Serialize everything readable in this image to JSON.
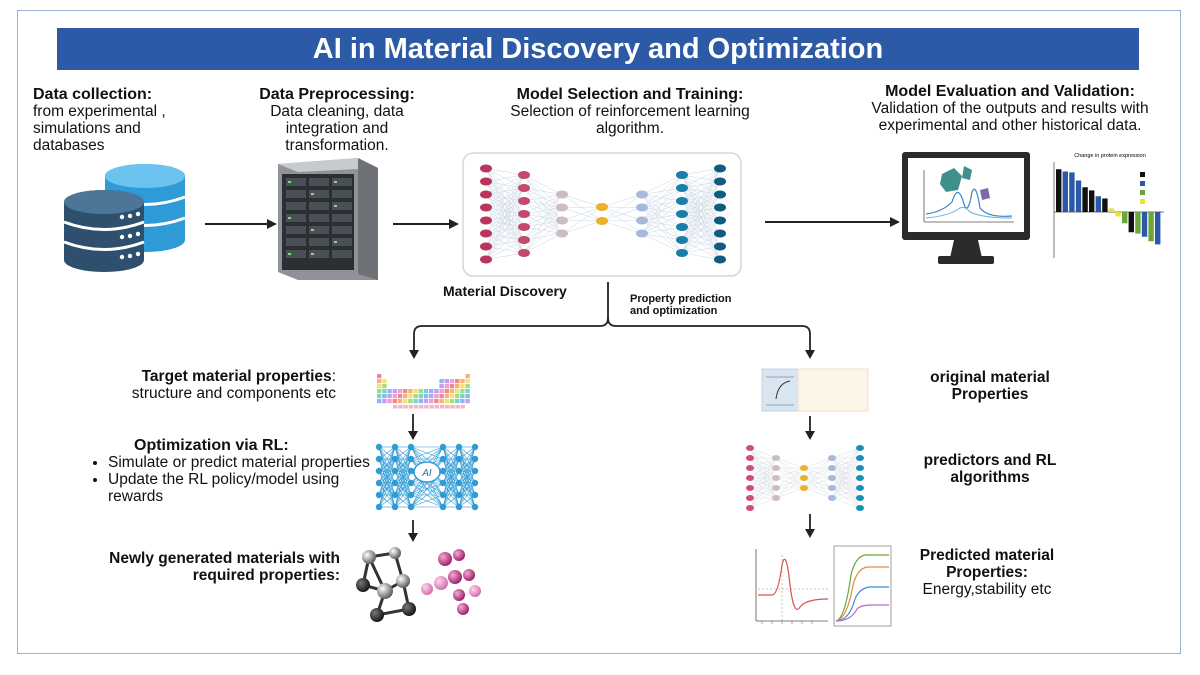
{
  "title": "AI in Material Discovery and Optimization",
  "steps": {
    "data_collection": {
      "heading": "Data collection:",
      "lines": [
        "from experimental ,",
        "simulations and",
        "databases"
      ]
    },
    "preprocessing": {
      "heading": "Data Preprocessing:",
      "lines": [
        "Data cleaning, data",
        "integration and",
        "transformation."
      ]
    },
    "model_selection": {
      "heading": "Model Selection and Training:",
      "lines": [
        "Selection of reinforcement learning",
        "algorithm."
      ]
    },
    "evaluation": {
      "heading": "Model Evaluation and Validation:",
      "lines": [
        "Validation of the outputs and results with",
        "experimental and other historical data."
      ]
    }
  },
  "branch_labels": {
    "material_discovery": "Material Discovery",
    "property_prediction_1": "Property prediction",
    "property_prediction_2": "and optimization"
  },
  "left_branch": {
    "target": {
      "heading": "Target material properties",
      "colon": ":",
      "text": "structure and components etc"
    },
    "optimization": {
      "heading": "Optimization via RL:",
      "bullets": [
        "Simulate or predict material properties",
        "Update the RL policy/model using rewards"
      ]
    },
    "newly": {
      "line1": "Newly generated materials with",
      "line2": "required properties:"
    },
    "ai_label": "AI"
  },
  "right_branch": {
    "original": {
      "line1": "original material",
      "line2": "Properties"
    },
    "predictors": {
      "line1": "predictors and RL",
      "line2": "algorithms"
    },
    "predicted": {
      "line1": "Predicted material",
      "line2": "Properties:",
      "text": "Energy,stability etc"
    }
  },
  "mini_chart_title": "Change in protein expression",
  "colors": {
    "banner": "#2d5aa6",
    "frame": "#9fb0d6",
    "db_blue": "#2e9bd6",
    "db_dark": "#2e4f6e"
  }
}
